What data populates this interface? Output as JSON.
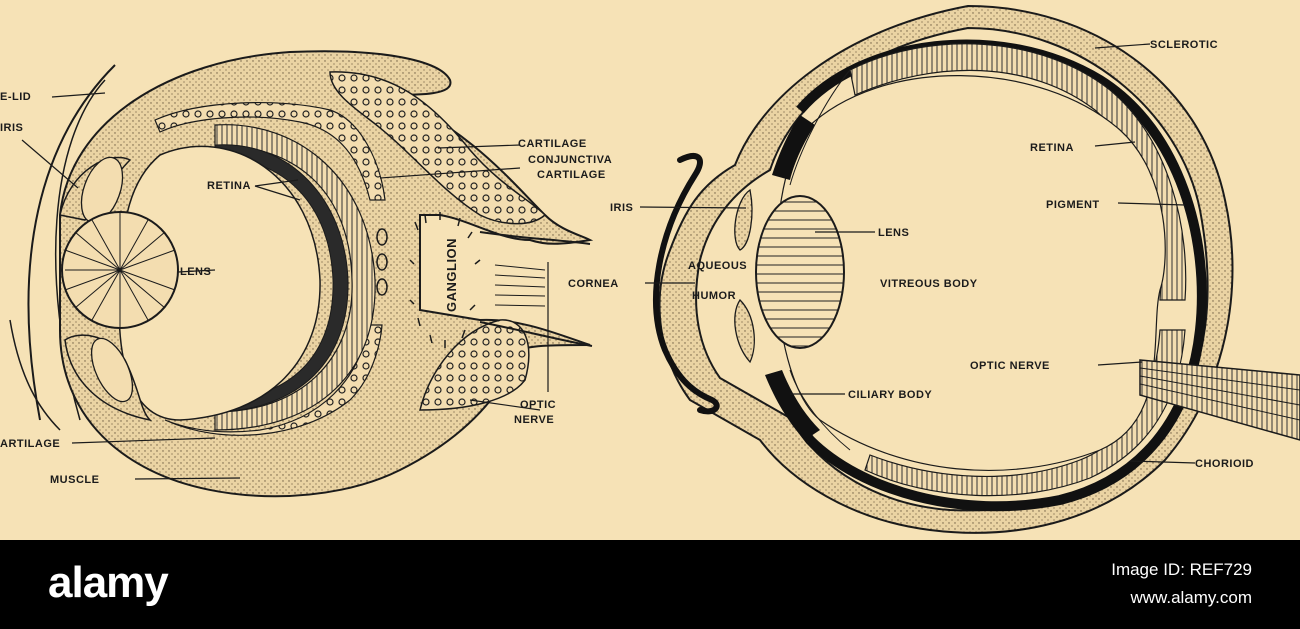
{
  "left_eye": {
    "labels": {
      "eyelid": "E-LID",
      "iris": "IRIS",
      "retina": "RETINA",
      "lens": "LENS",
      "cartilage_top": "CARTILAGE",
      "conjunctiva": "CONJUNCTIVA",
      "cartilage_mid": "CARTILAGE",
      "ganglion": "GANGLION",
      "optic": "OPTIC",
      "nerve": "NERVE",
      "cartilage_bottom": "ARTILAGE",
      "muscle": "MUSCLE"
    }
  },
  "right_eye": {
    "labels": {
      "sclerotic": "SCLEROTIC",
      "retina": "RETINA",
      "pigment": "PIGMENT",
      "iris": "IRIS",
      "lens": "LENS",
      "aqueous": "AQUEOUS",
      "humor": "HUMOR",
      "cornea": "CORNEA",
      "vitreous_body": "VITREOUS BODY",
      "optic_nerve": "OPTIC NERVE",
      "ciliary_body": "CILIARY BODY",
      "chorioid": "CHORIOID"
    }
  },
  "footer": {
    "brand": "alamy",
    "image_id": "Image ID: REF729",
    "url": "www.alamy.com"
  },
  "colors": {
    "paper": "#f6e2b6",
    "ink": "#1b1b1b",
    "footer_bg": "#000000",
    "footer_text": "#ffffff"
  }
}
